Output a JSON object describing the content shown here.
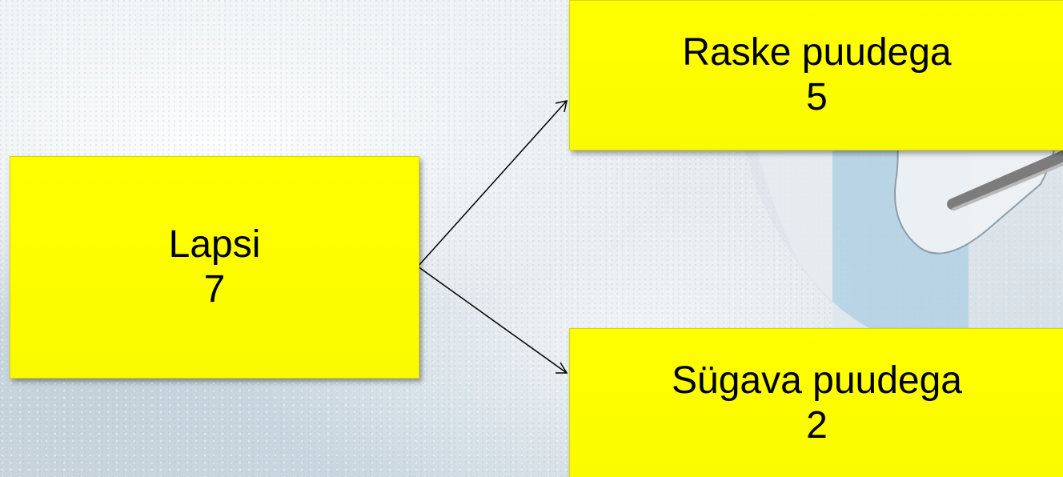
{
  "nodes": {
    "source": {
      "label": "Lapsi",
      "value": "7"
    },
    "top": {
      "label": "Raske puudega",
      "value": "5"
    },
    "bottom": {
      "label": "Sügava puudega",
      "value": "2"
    }
  },
  "colors": {
    "box_fill": "#ffff00",
    "text": "#000000",
    "connector": "#000000"
  }
}
